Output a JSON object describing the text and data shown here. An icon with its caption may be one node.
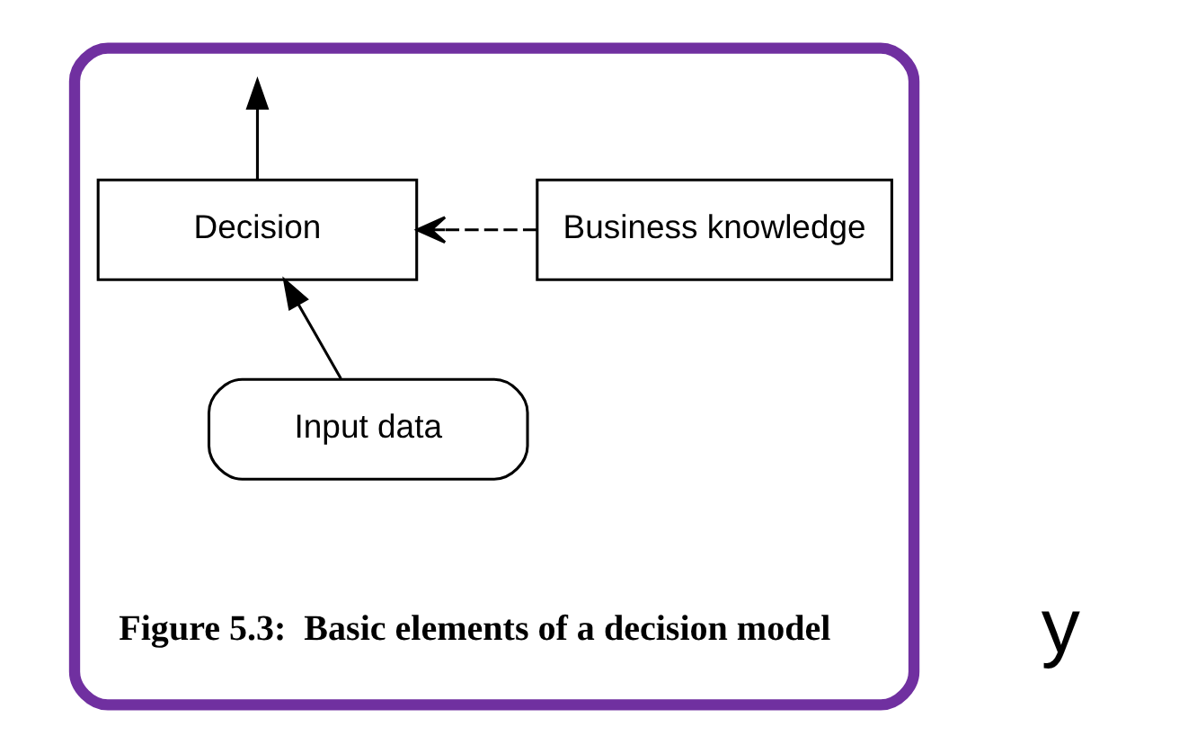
{
  "diagram": {
    "nodes": [
      {
        "text": [],
        "shape": "ellipse"
      },
      {
        "text": [
          "Decision"
        ],
        "in": 0
      },
      {
        "text": [
          "Business knowledge"
        ],
        "in": 0
      },
      {
        "text": [
          "Input data"
        ],
        "in": 0
      }
    ],
    "edges": [
      {
        "from": 1,
        "to": null,
        "arrow": "to"
      },
      {
        "from": 2,
        "to": 1,
        "arrow": "to",
        "style": "dashed"
      },
      {
        "from": 3,
        "to": 1,
        "arrow": "to"
      }
    ],
    "labels": [
      "y",
      "Figure 5.3:  Basic elements of a decision model"
    ]
  }
}
